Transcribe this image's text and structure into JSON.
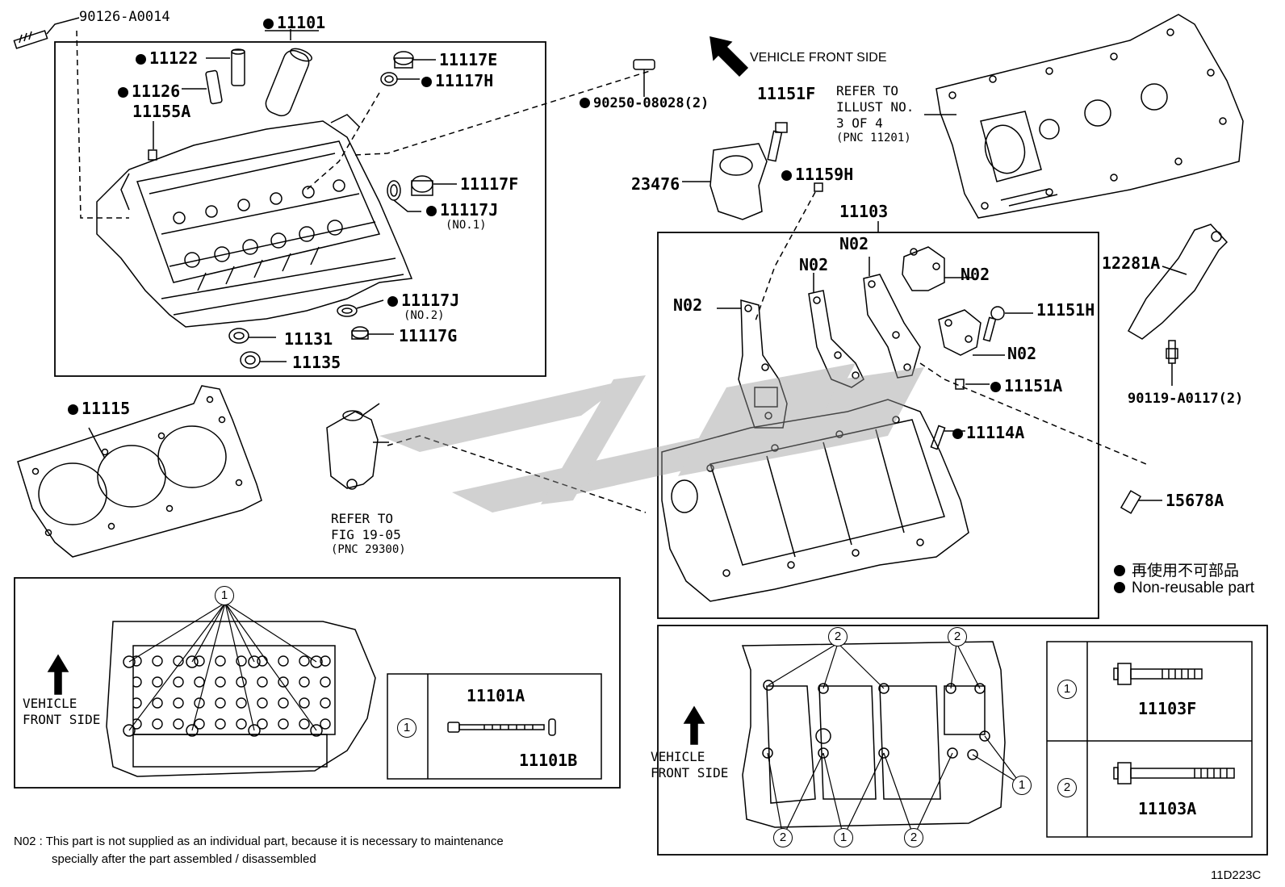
{
  "diagram_code": "11D223C",
  "direction_label": "VEHICLE FRONT SIDE",
  "refer_illust": [
    "REFER TO",
    "ILLUST NO.",
    "3 OF 4",
    "(PNC 11201)"
  ],
  "refer_fig": [
    "REFER TO",
    "FIG 19-05",
    "(PNC 29300)"
  ],
  "parts": {
    "p90126": "90126-A0014",
    "p11101": "11101",
    "p11122": "11122",
    "p11126": "11126",
    "p11155A": "11155A",
    "p11117E": "11117E",
    "p11117H": "11117H",
    "p90250": "90250-08028(2)",
    "p11117F": "11117F",
    "p11117J": "11117J",
    "p11117J_sub": "(NO.1)",
    "p11117J2": "11117J",
    "p11117J2_sub": "(NO.2)",
    "p11117G": "11117G",
    "p11131": "11131",
    "p11135": "11135",
    "p11115": "11115",
    "p11151F": "11151F",
    "p23476": "23476",
    "p11159H": "11159H",
    "p11103": "11103",
    "n02": "N02",
    "p11151H": "11151H",
    "p11151A": "11151A",
    "p11114A": "11114A",
    "p12281A": "12281A",
    "p90119": "90119-A0117(2)",
    "p15678A": "15678A",
    "p11101A": "11101A",
    "p11101B": "11101B",
    "p11103F": "11103F",
    "p11103A": "11103A"
  },
  "legend": {
    "jp": "再使用不可部品",
    "en": "Non-reusable part"
  },
  "note": {
    "line1": "N02 : This part is not supplied as an individual part, because it is necessary to maintenance",
    "line2": "specially after the part assembled / disassembled"
  },
  "callout_1": "1",
  "callout_2": "2"
}
